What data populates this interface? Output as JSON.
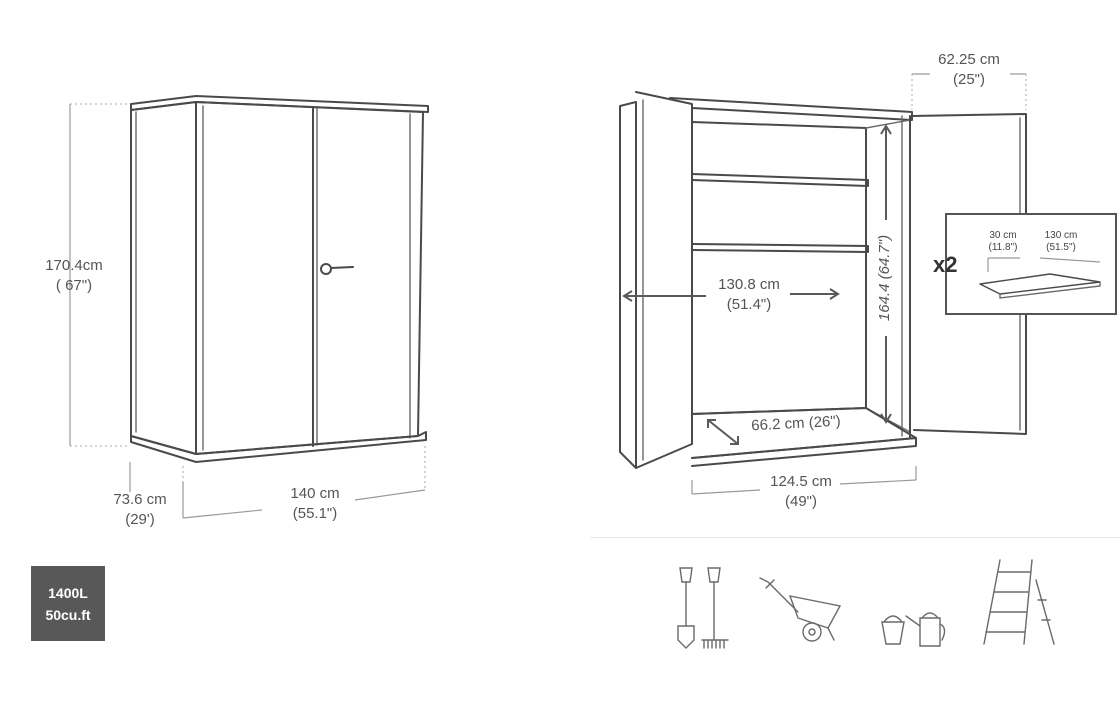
{
  "left_shed": {
    "height_label": {
      "cm": "170.4cm",
      "in": "( 67\")"
    },
    "depth_label": {
      "cm": "73.6 cm",
      "in": "(29')"
    },
    "width_label": {
      "cm": "140 cm",
      "in": "(55.1\")"
    }
  },
  "capacity_badge": {
    "line1": "1400L",
    "line2": "50cu.ft"
  },
  "right_shed": {
    "door_width_label": {
      "cm": "62.25 cm",
      "in": "(25\")"
    },
    "interior_width_label": {
      "cm": "130.8 cm",
      "in": "(51.4\")"
    },
    "interior_height_label": "164.4 (64.7\")",
    "interior_depth_label": "66.2 cm (26\")",
    "floor_width_label": {
      "cm": "124.5 cm",
      "in": "(49\")"
    }
  },
  "shelf_inset": {
    "quantity": "x2",
    "depth_label": {
      "cm": "30 cm",
      "in": "(11.8\")"
    },
    "length_label": {
      "cm": "130 cm",
      "in": "(51.5\")"
    }
  },
  "usage_icons": [
    "shovel-rake-icon",
    "wheelbarrow-icon",
    "bucket-watering-can-icon",
    "ladder-icon"
  ]
}
